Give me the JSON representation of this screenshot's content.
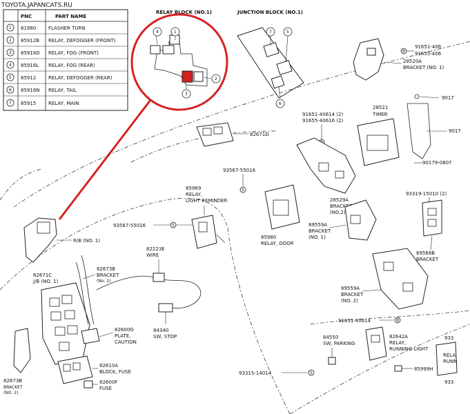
{
  "watermark": "TOYOTA.JAPANCATS.RU",
  "legend": {
    "header": {
      "pnc": "PNC",
      "name": "PART NAME"
    },
    "rows": [
      {
        "num": "1",
        "pnc": "81980",
        "name": "FLASHER TURN"
      },
      {
        "num": "2",
        "pnc": "85912B",
        "name": "RELAY, DEFOGGER (FRONT)"
      },
      {
        "num": "3",
        "pnc": "85916D",
        "name": "RELAY, FOG (FRONT)"
      },
      {
        "num": "4",
        "pnc": "85916L",
        "name": "RELAY, FOG (REAR)"
      },
      {
        "num": "5",
        "pnc": "85912",
        "name": "RELAY, DEFOGGER (REAR)"
      },
      {
        "num": "6",
        "pnc": "85916N",
        "name": "RELAY, TAIL"
      },
      {
        "num": "7",
        "pnc": "85915",
        "name": "RELAY, MAIN"
      }
    ]
  },
  "headers": {
    "relay_block": "RELAY BLOCK (NO.1)",
    "junction_block": "JUNCTION BLOCK (NO.1)"
  },
  "zoom_numbers": [
    "4",
    "1",
    "2",
    "3"
  ],
  "jb_numbers": [
    "7",
    "5",
    "6"
  ],
  "labels": {
    "p91651_406": "91651-406",
    "p91655_406": "91655-406",
    "p28520a_a": "28520A",
    "bracket_no1_a": "BRACKET (NO. 1)",
    "p9017_a": "9017",
    "p28521": "28521",
    "timer": "TIMER",
    "p91651_40614_2": "91651-40614 (2)",
    "p91655_40616_2": "91655-40616 (2)",
    "p82671d": "82671D",
    "p9017_b": "9017",
    "p90179_0607": "90179-0607",
    "p93567_55016_a": "93567-55016",
    "p85969": "85969",
    "relay_light_1": "RELAY,",
    "relay_light_2": "LIGHT REMINDER",
    "p28529a": "28529A",
    "bracket_no2_a": "BRACKET",
    "bracket_no2_b": "(NO.2)",
    "p93319_15010_2": "93319-15010 (2)",
    "p93567_55016_b": "93567-55016",
    "p85980": "85980",
    "relay_door": "RELAY, DOOR",
    "p89559a_a": "89559A",
    "bracket_a": "BRACKET",
    "no1_a": "(NO. 1)",
    "rb_no1": "R/B (NO. 1)",
    "p82223e": "82223E",
    "wire": "WIRE",
    "p89568b": "89568B",
    "bracket_c": "BRACKET",
    "p82671c": "82671C",
    "jb_no1": "J/B (NO. 1)",
    "p82673b_a": "82673B",
    "bracket_d": "BRACKET",
    "no1_b": "(No. 1)",
    "p89559a_b": "89559A",
    "bracket_e": "BRACKET",
    "no2_c": "(NO. 2)",
    "p82600g": "82600G",
    "plate": "PLATE,",
    "caution": "CAUTION",
    "p84340": "84340",
    "sw_stop": "SW, STOP",
    "p91651_40614": "91651-40614",
    "p84550": "84550",
    "sw_parking": "SW, PARKING",
    "p82642a": "82642A",
    "relay_run_1": "RELAY,",
    "relay_run_2": "RUNNING LIGHT",
    "p933_a": "933",
    "rela": "RELA",
    "runn": "RUNN",
    "p82610a": "82610A",
    "block_fuse": "BLOCK, FUSE",
    "p82600f": "82600F",
    "fuse": "FUSE",
    "p93315_14014": "93315-14014",
    "p85999h": "85999H",
    "p933_b": "933",
    "p82673b_b": "82673B",
    "bracket_no2_f": "BRACKET",
    "no2_f": "(NO. 2)"
  },
  "callouts": {
    "b": "B",
    "s": "S"
  },
  "colors": {
    "highlight": "#d62020",
    "ink": "#222222"
  }
}
